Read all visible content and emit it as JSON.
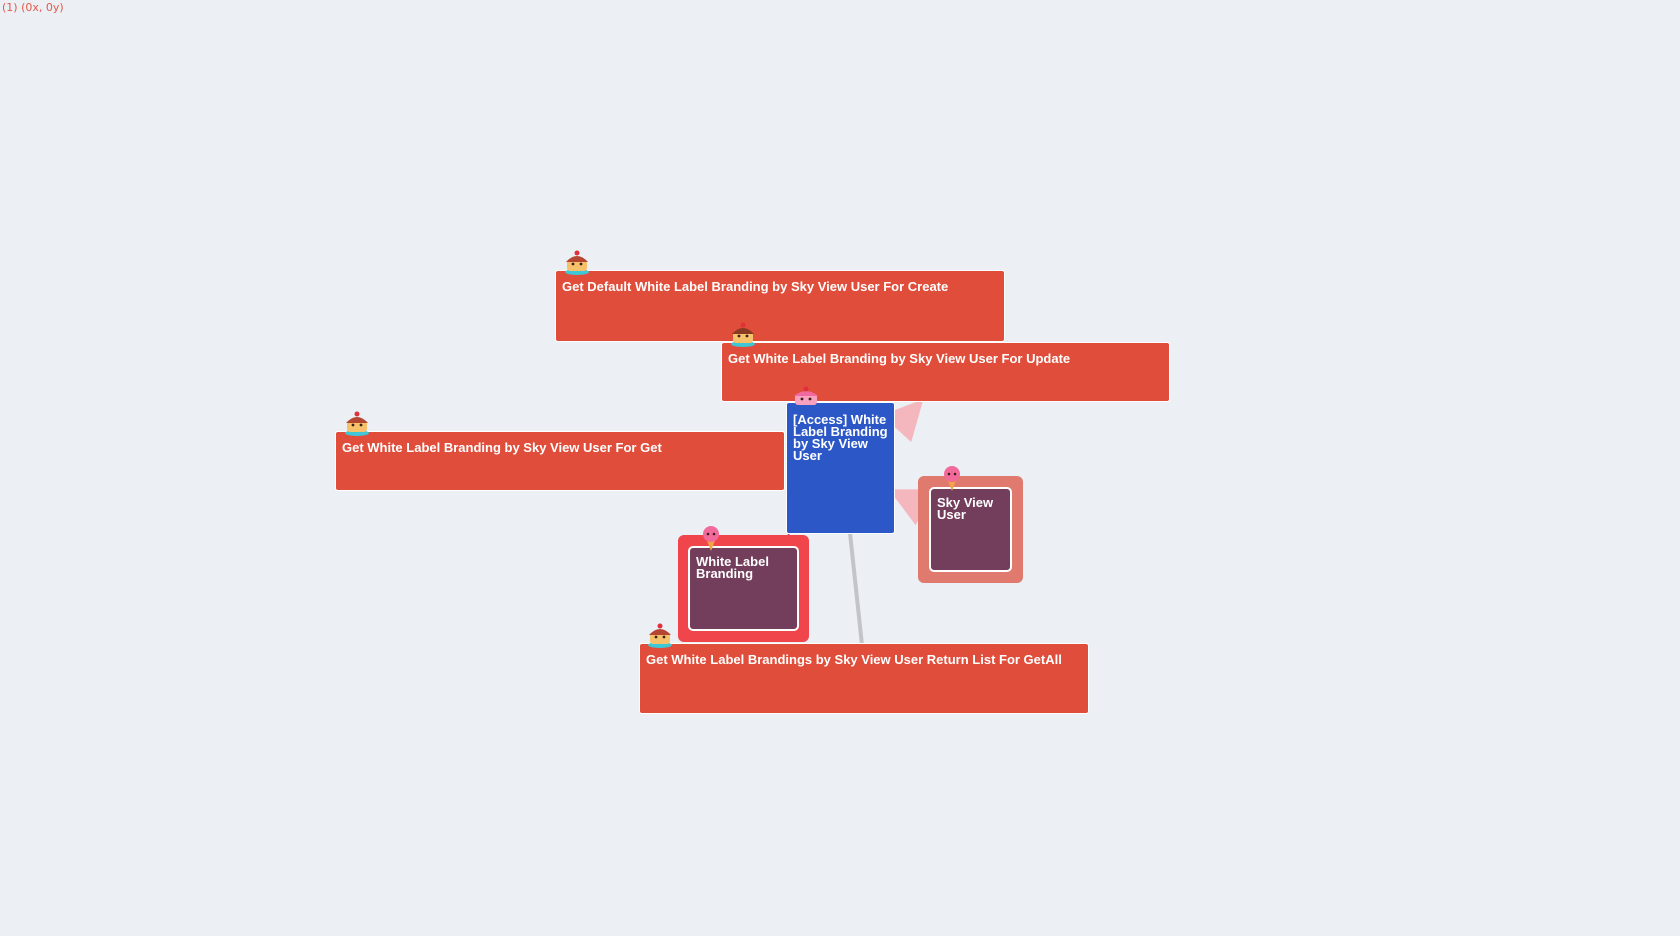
{
  "coords_readout": "(1) (0x, 0y)",
  "colors": {
    "background": "#eceff4",
    "method_node": "#e04d3a",
    "access_node": "#2c57c6",
    "entity_inner": "#733d5c",
    "white_label_outer": "#f0454a",
    "sky_view_outer": "#e07a6e",
    "edge": "#c2c4c8"
  },
  "nodes": {
    "create": {
      "label": "Get Default White Label Branding by Sky View User For Create",
      "icon": "cake-mascot-icon"
    },
    "update": {
      "label": "Get White Label Branding by Sky View User For Update",
      "icon": "cake-mascot-icon"
    },
    "get": {
      "label": "Get White Label Branding by Sky View User For Get",
      "icon": "cake-mascot-icon"
    },
    "access": {
      "label": "[Access] White Label Branding by Sky View User",
      "icon": "pink-cake-mascot-icon"
    },
    "sky_view_user": {
      "label": "Sky View User",
      "icon": "ice-cream-mascot-icon"
    },
    "white_label_branding": {
      "label": "White Label Branding",
      "icon": "ice-cream-mascot-icon"
    },
    "get_all": {
      "label": "Get White Label Brandings by Sky View User Return List For GetAll",
      "icon": "cake-mascot-icon"
    }
  }
}
